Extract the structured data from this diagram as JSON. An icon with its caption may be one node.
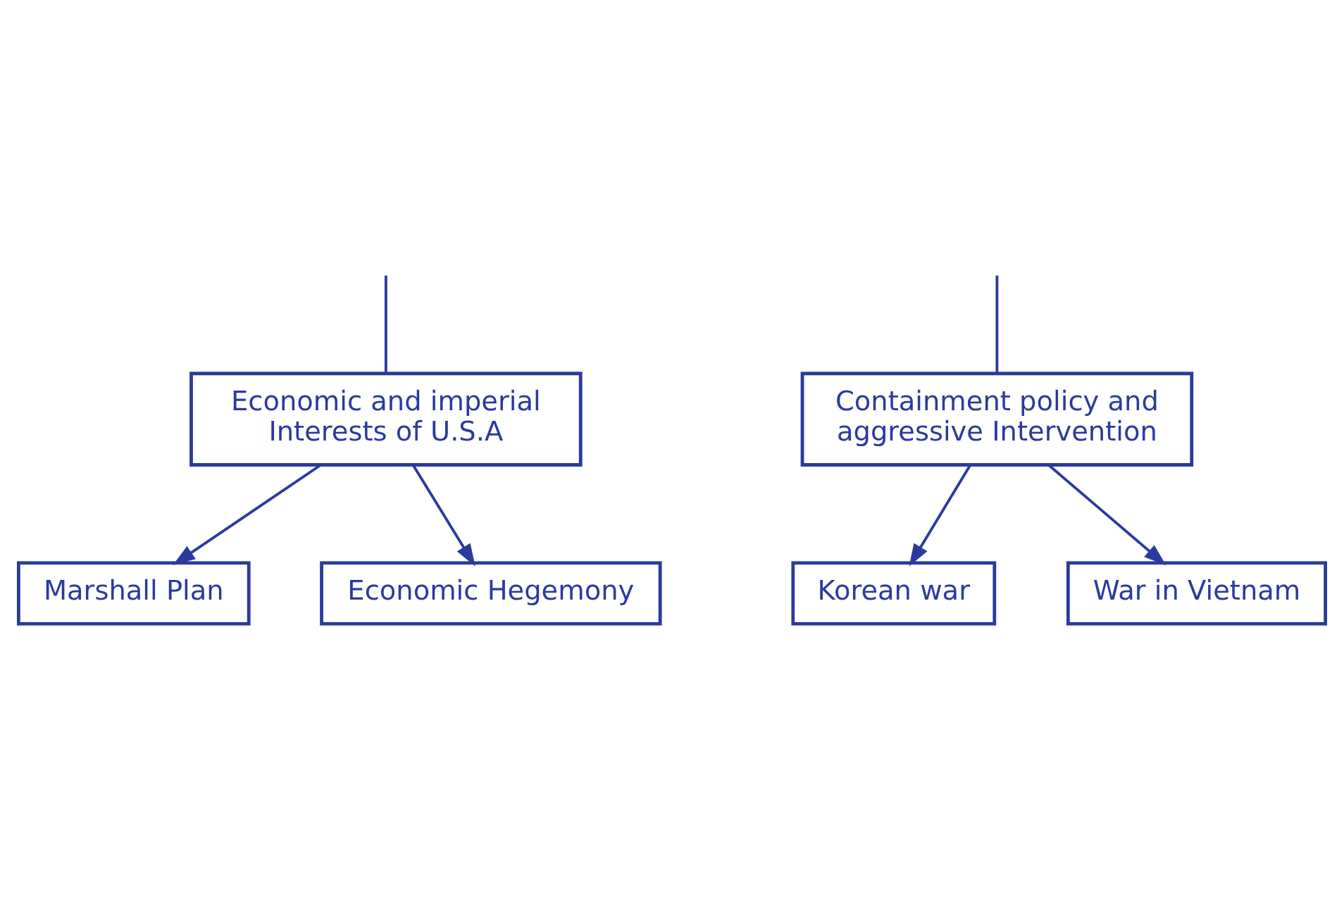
{
  "diagram": {
    "nodes": [
      {
        "text": [
          "Economic and imperial Interests of U.S.A"
        ]
      },
      {
        "text": [
          "Containment policy and aggressive Intervention"
        ]
      },
      {
        "text": [
          "Marshall Plan"
        ]
      },
      {
        "text": [
          "Economic Hegemony"
        ]
      },
      {
        "text": [
          "Korean war"
        ]
      },
      {
        "text": [
          "War in Vietnam"
        ]
      }
    ],
    "edges": [
      {
        "from": null,
        "to": 0,
        "arrow": "none"
      },
      {
        "from": null,
        "to": 1,
        "arrow": "none"
      },
      {
        "from": 0,
        "to": 2,
        "arrow": "to"
      },
      {
        "from": 0,
        "to": 3,
        "arrow": "to"
      },
      {
        "from": 1,
        "to": 4,
        "arrow": "to"
      },
      {
        "from": 1,
        "to": 5,
        "arrow": "to"
      }
    ]
  }
}
